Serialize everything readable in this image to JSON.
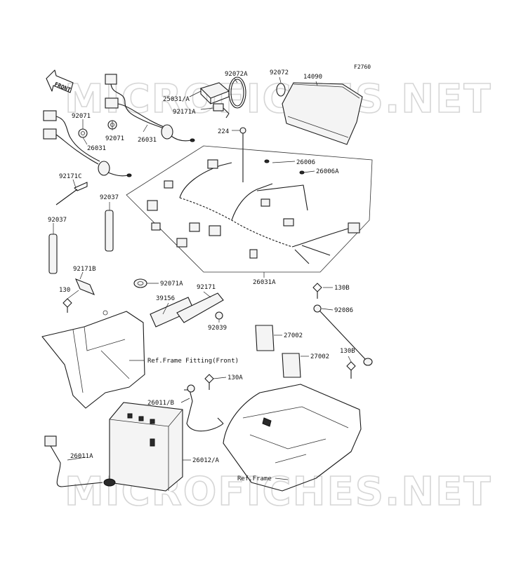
{
  "diagram_code": "F2760",
  "watermark": "MICROFICHES.NET",
  "front_arrow_label": "FRONT",
  "labels": {
    "p92072A": "92072A",
    "p92072": "92072",
    "p14090": "14090",
    "p25031A": "25031/A",
    "p92171A": "92171A",
    "p224": "224",
    "p92071_a": "92071",
    "p92071_b": "92071",
    "p26031_a": "26031",
    "p26031_b": "26031",
    "p92171C": "92171C",
    "p92037_a": "92037",
    "p92037_b": "92037",
    "p26006": "26006",
    "p26006A": "26006A",
    "p26031A": "26031A",
    "p92171B": "92171B",
    "p130": "130",
    "p92071A": "92071A",
    "p92171": "92171",
    "p39156": "39156",
    "p92039": "92039",
    "p130B_a": "130B",
    "p92086": "92086",
    "p27002_a": "27002",
    "p27002_b": "27002",
    "p130B_b": "130B",
    "ref_front": "Ref.Frame Fitting(Front)",
    "p130A": "130A",
    "p26011B": "26011/B",
    "p26012A": "26012/A",
    "p26011A": "26011A",
    "ref_frame": "Ref.Frame"
  }
}
